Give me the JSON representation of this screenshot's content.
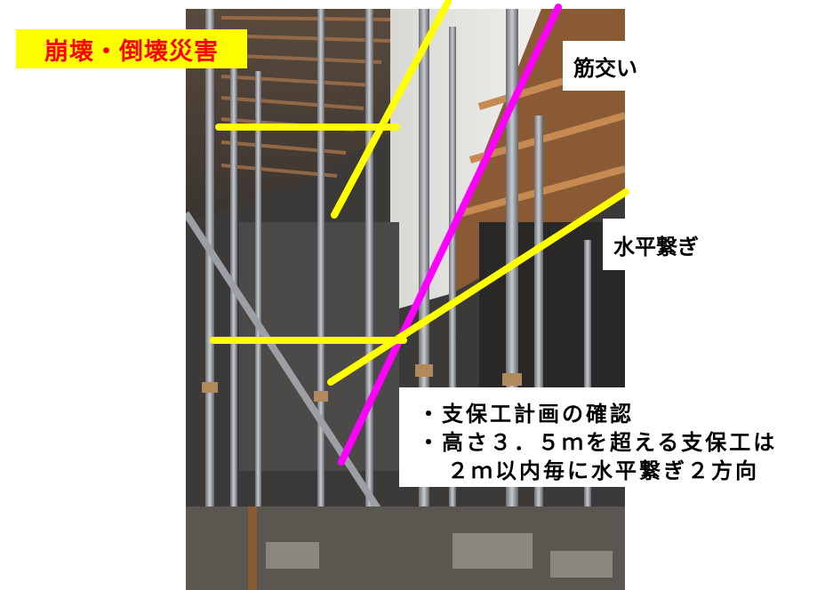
{
  "title": "崩壊・倒壊災害",
  "labels": {
    "brace": "筋交い",
    "horizontal_tie": "水平繋ぎ"
  },
  "notes": [
    "・支保工計画の確認",
    "・高さ３．５ｍを超える支保工は",
    "２ｍ以内毎に水平繋ぎ２方向"
  ],
  "colors": {
    "title_text": "#ff0000",
    "title_background": "#ffff00",
    "brace_line": "#ff00ff",
    "tie_line": "#ffff00"
  }
}
